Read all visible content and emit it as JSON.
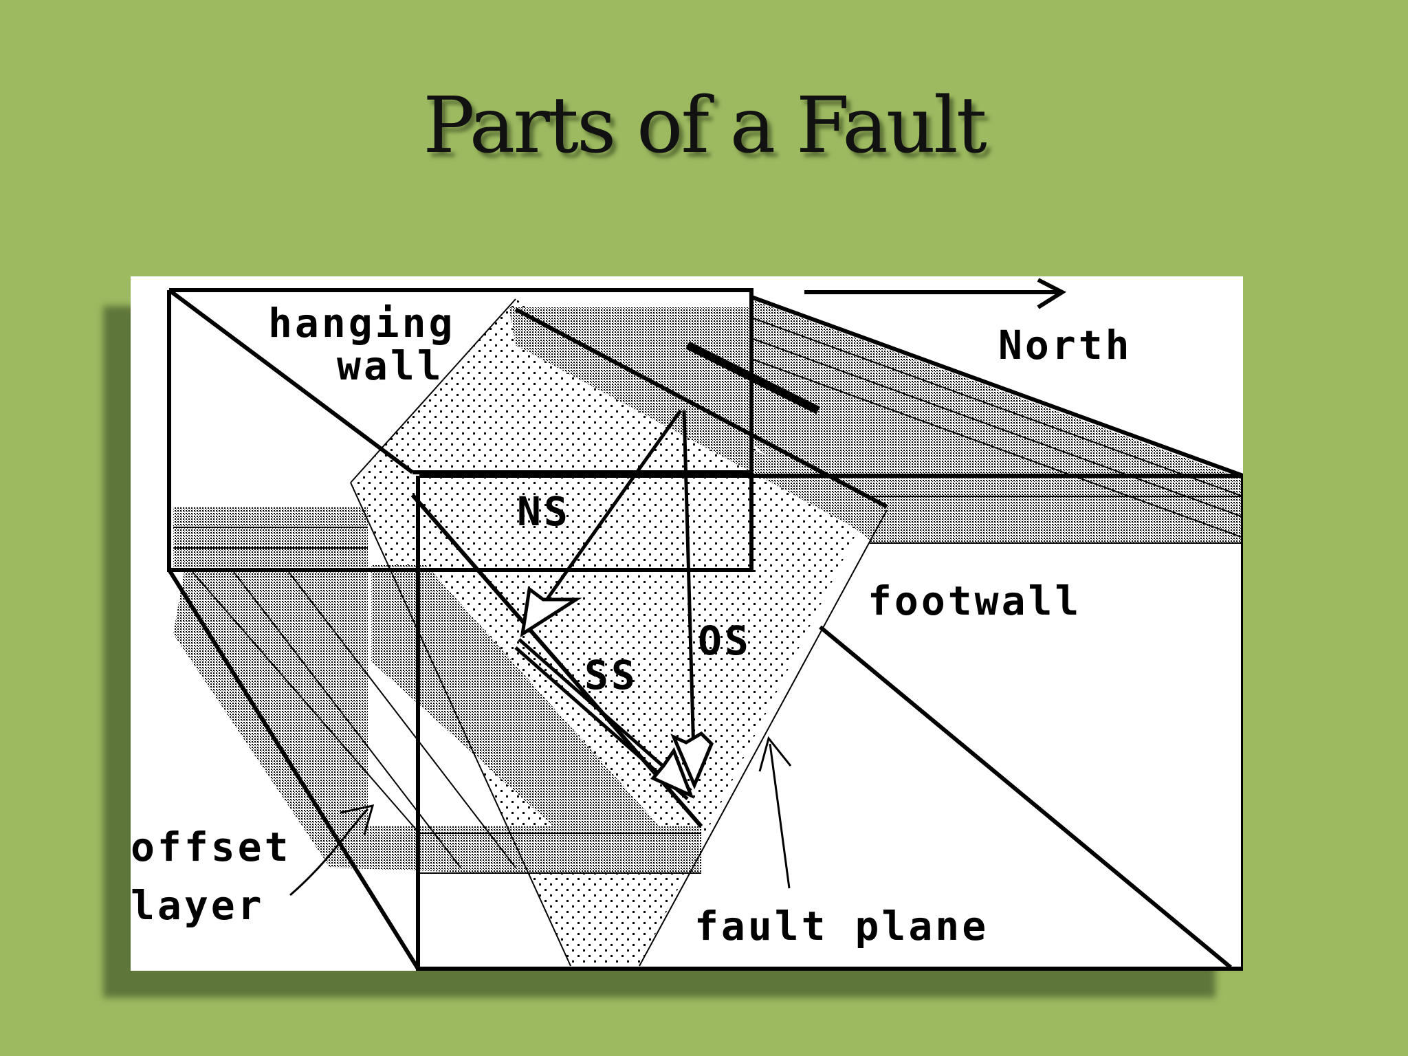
{
  "slide": {
    "title": "Parts of a Fault"
  },
  "diagram": {
    "labels": {
      "hanging_wall_line1": "hanging",
      "hanging_wall_line2": "wall",
      "north": "North",
      "footwall": "footwall",
      "ns": "NS",
      "os": "OS",
      "ss": "SS",
      "offset_layer_line1": "offset",
      "offset_layer_line2": "layer",
      "fault_plane": "fault plane"
    }
  },
  "colors": {
    "background": "#9dba60",
    "figure": "#ffffff",
    "ink": "#000000"
  }
}
